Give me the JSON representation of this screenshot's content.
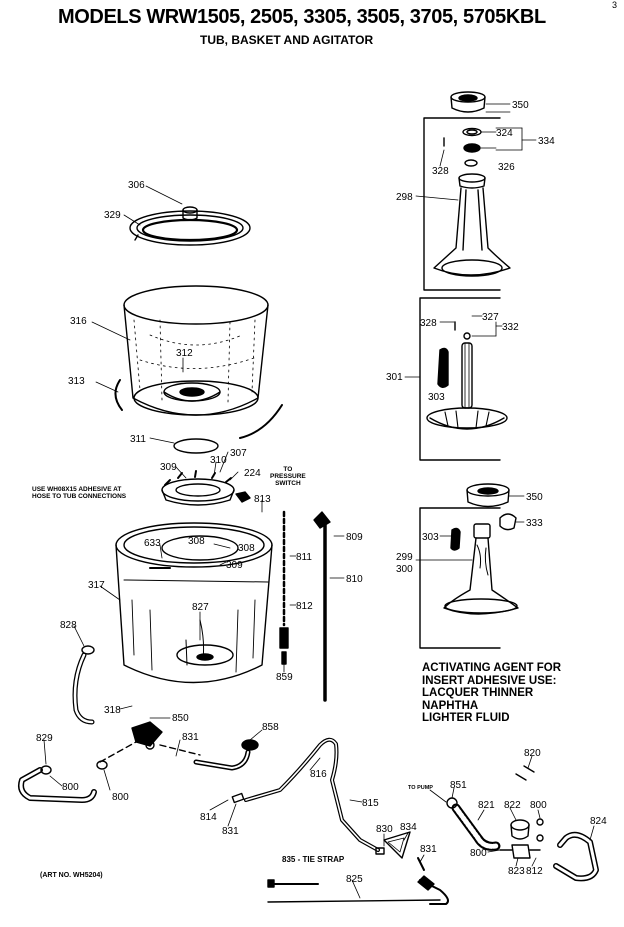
{
  "header": {
    "title": "MODELS WRW1505, 2505, 3305, 3505, 3705, 5705KBL",
    "subtitle": "TUB, BASKET AND AGITATOR",
    "corner_mark": "3"
  },
  "notes": {
    "use_adhesive": [
      "USE WH08X15 ADHESIVE AT",
      "HOSE TO TUB CONNECTIONS"
    ],
    "to_pressure_switch": [
      "TO",
      "PRESSURE",
      "SWITCH"
    ],
    "to_pump": "TO PUMP",
    "tie_strap": "835 - TIE STRAP",
    "activating_agent": [
      "ACTIVATING AGENT FOR",
      "INSERT ADHESIVE USE:",
      "LACQUER THINNER",
      "NAPHTHA",
      "LIGHTER FLUID"
    ],
    "art_no": "(ART NO. WH5204)"
  },
  "parts": {
    "p350a": "350",
    "p324": "324",
    "p334": "334",
    "p326": "326",
    "p328a": "328",
    "p298": "298",
    "p328b": "328",
    "p327": "327",
    "p332": "332",
    "p301": "301",
    "p303a": "303",
    "p350b": "350",
    "p303b": "303",
    "p333": "333",
    "p299": "299",
    "p300": "300",
    "p306": "306",
    "p329": "329",
    "p316": "316",
    "p312": "312",
    "p313": "313",
    "p311": "311",
    "p309a": "309",
    "p310": "310",
    "p307": "307",
    "p224": "224",
    "p813": "813",
    "p633": "633",
    "p308a": "308",
    "p308b": "308",
    "p309b": "309",
    "p811": "811",
    "p809": "809",
    "p810": "810",
    "p317": "317",
    "p827": "827",
    "p812a": "812",
    "p828": "828",
    "p859": "859",
    "p318": "318",
    "p850": "850",
    "p858": "858",
    "p829": "829",
    "p831a": "831",
    "p816": "816",
    "p800a": "800",
    "p800b": "800",
    "p814": "814",
    "p831b": "831",
    "p815": "815",
    "p820": "820",
    "p851": "851",
    "p821": "821",
    "p822": "822",
    "p800c": "800",
    "p824": "824",
    "p830": "830",
    "p834": "834",
    "p831c": "831",
    "p800d": "800",
    "p823": "823",
    "p812b": "812",
    "p825": "825"
  }
}
